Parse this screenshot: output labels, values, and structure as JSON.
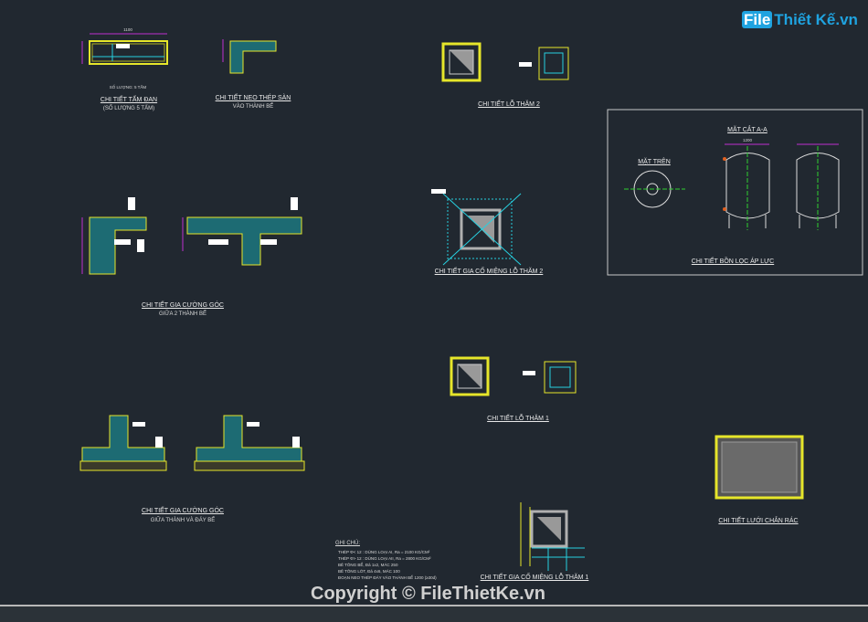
{
  "logo": {
    "file": "File",
    "rest": "Thiết Kế.vn"
  },
  "watermark": "Copyright © FileThietKe.vn",
  "details": {
    "tam_dan": {
      "title": "CHI TIẾT TẤM ĐAN",
      "sub": "(SỐ LƯỢNG 5 TẤM)",
      "qty": "SỐ LƯỢNG: 5 TẤM",
      "dim": "1100"
    },
    "neo_thep": {
      "title": "CHI TIẾT NEO THÉP SÀN",
      "sub": "VÀO THÀNH BỂ"
    },
    "lo_tham_2": {
      "title": "CHI TIẾT LỖ THĂM 2"
    },
    "gia_cuong_2_thanh": {
      "title": "CHI TIẾT GIA CƯỜNG GÓC",
      "sub": "GIỮA 2 THÀNH BỂ"
    },
    "gia_co_lo_tham_2": {
      "title": "CHI TIẾT GIA CỐ MIỆNG LỖ THĂM 2"
    },
    "bon_loc": {
      "section": "MẶT CẮT A-A",
      "top": "MẶT TRÊN",
      "title": "CHI TIẾT BỒN LỌC ÁP LỰC",
      "dim": "1200"
    },
    "lo_tham_1": {
      "title": "CHI TIẾT LỖ THĂM 1"
    },
    "gia_cuong_day": {
      "title": "CHI TIẾT GIA CƯỜNG GÓC",
      "sub": "GIỮA THÀNH VÀ ĐÁY BỂ"
    },
    "luoi_chan_rac": {
      "title": "CHI TIẾT LƯỚI CHẮN RÁC"
    },
    "gia_co_lo_tham_1": {
      "title": "CHI TIẾT GIA CỐ MIỆNG LỖ THĂM 1"
    }
  },
  "notes": {
    "title": "GHI CHÚ:",
    "lines": [
      "THÉP Φ< 12 : DÙNG LOẠI AI, Ra = 2100 KG/CM²",
      "THÉP Φ> 12 : DÙNG LOẠI AII, Ra = 2800 KG/CM²",
      "BÊ TÔNG BỂ, Đá 1x2, MÁC 250",
      "BÊ TÔNG LÓT, Đá 4x6, MÁC 100",
      "ĐOẠN NEO THÉP ĐÁY VÀO THÀNH BỂ 1200 (≥30d)"
    ]
  }
}
